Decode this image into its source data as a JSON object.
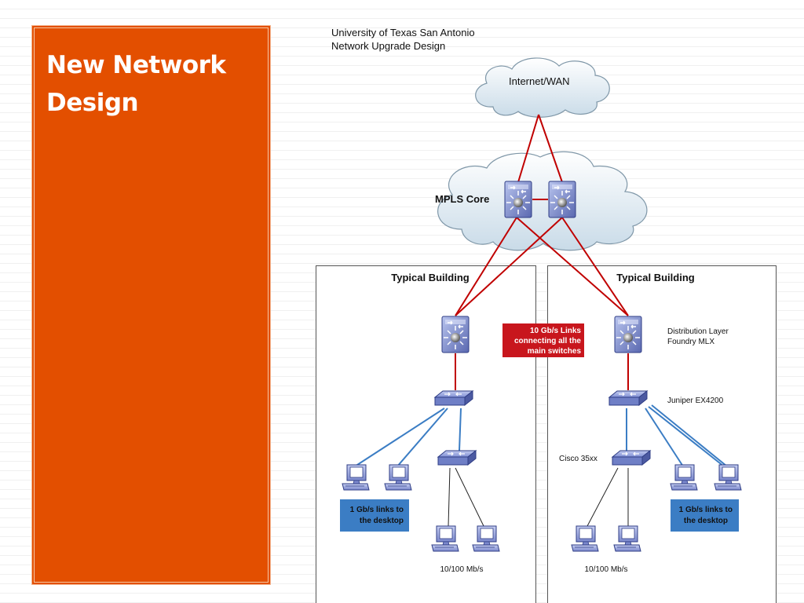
{
  "slide": {
    "title_line1": "New Network",
    "title_line2": "Design"
  },
  "diagram": {
    "heading_line1": "University of Texas San Antonio",
    "heading_line2": "Network Upgrade Design",
    "internet_label": "Internet/WAN",
    "core_label": "MPLS Core",
    "buildings": [
      {
        "title": "Typical Building",
        "desktop_links_line1": "1 Gb/s links to",
        "desktop_links_line2": "the desktop",
        "access_speed": "10/100 Mb/s"
      },
      {
        "title": "Typical Building",
        "desktop_links_line1": "1 Gb/s links to",
        "desktop_links_line2": "the desktop",
        "access_speed": "10/100 Mb/s"
      }
    ],
    "links_note_line1": "10 Gb/s Links",
    "links_note_line2": "connecting all the",
    "links_note_line3": "main switches",
    "distribution_line1": "Distribution Layer",
    "distribution_line2": "Foundry MLX",
    "edge_switch_label": "Juniper EX4200",
    "access_switch_label": "Cisco 35xx"
  },
  "colors": {
    "panel": "#e34f00",
    "ten_gig_link": "#c00000",
    "gig_link": "#3b7dc4",
    "callout_blue": "#3b7dc4",
    "callout_red": "#c8161d"
  },
  "icons": [
    "cloud-icon",
    "router-switch-icon",
    "workgroup-switch-icon",
    "computer-icon"
  ]
}
